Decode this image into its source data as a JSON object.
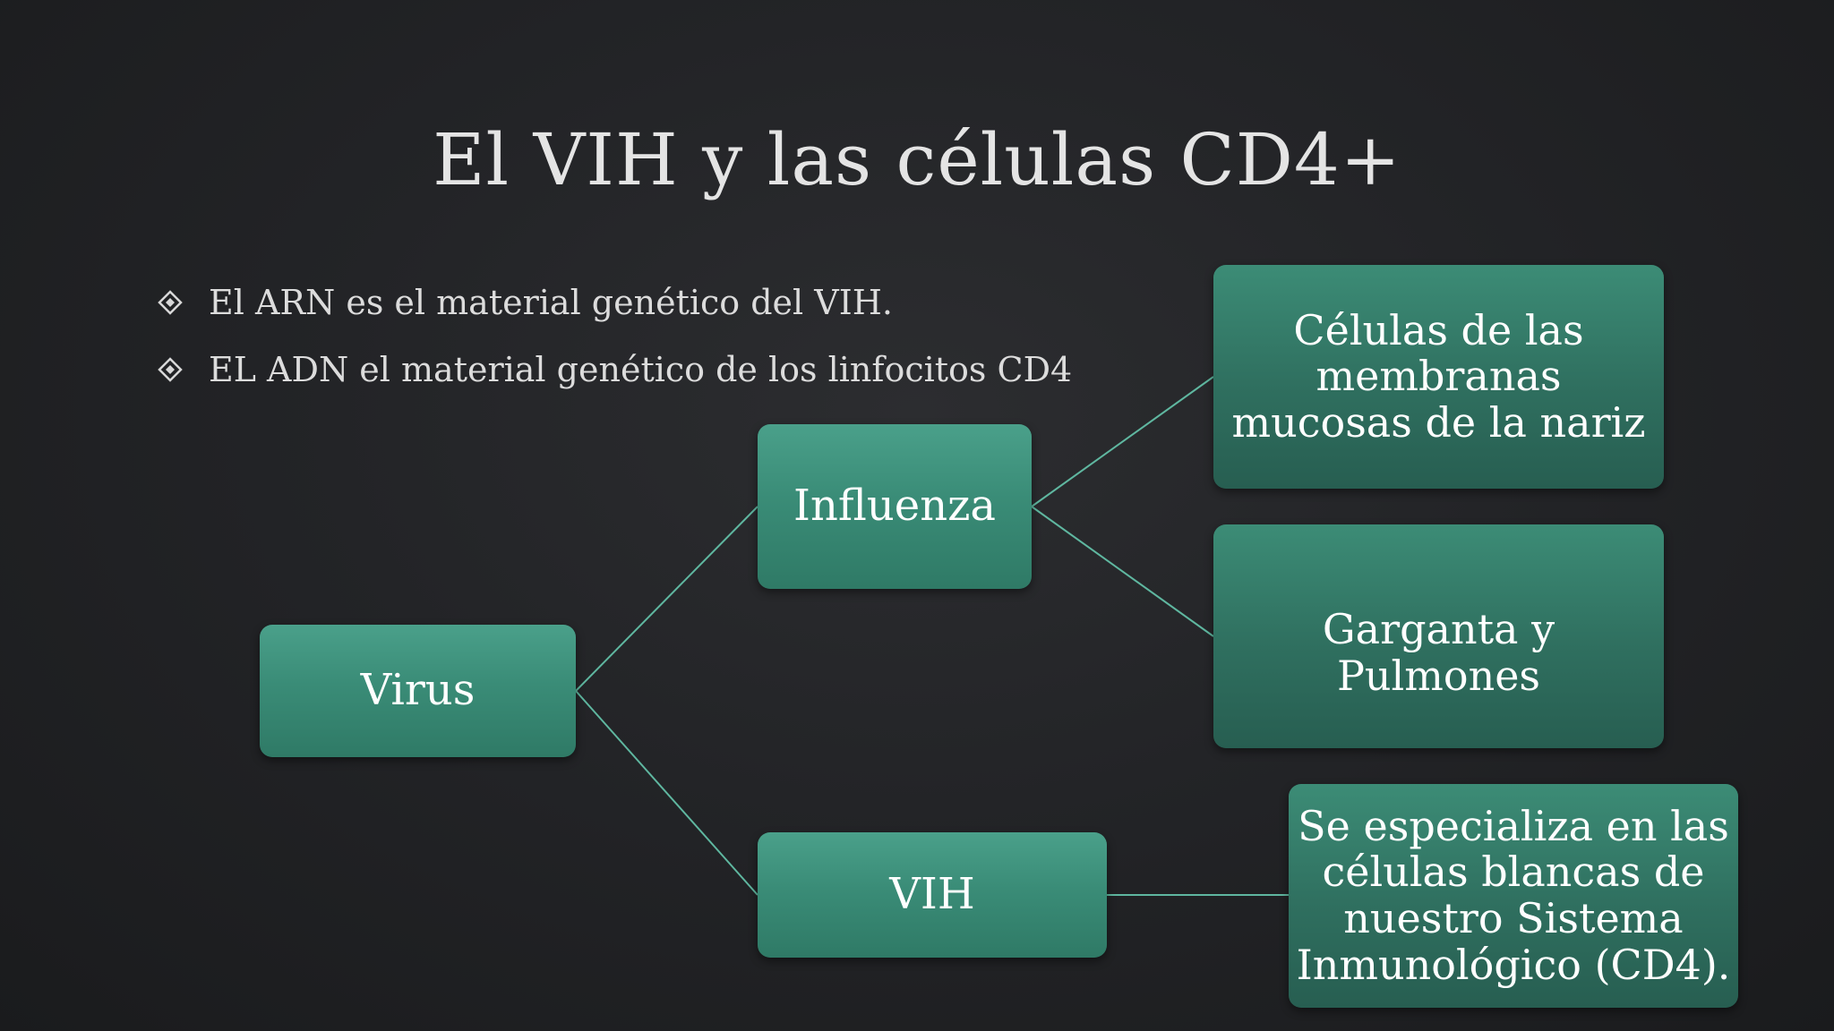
{
  "slide": {
    "title": "El VIH y las células CD4+",
    "bullets": [
      {
        "text": "El ARN es el material genético del VIH.",
        "icon": "diamond-bullet-icon"
      },
      {
        "text": "EL ADN el material genético de los linfocitos CD4",
        "icon": "diamond-bullet-icon"
      }
    ]
  },
  "diagram": {
    "nodes": {
      "virus": "Virus",
      "influenza": "Influenza",
      "vih": "VIH",
      "celulas": "Células de las membranas mucosas de la nariz",
      "garganta": "Garganta y Pulmones",
      "especializa": "Se especializa en las células blancas de nuestro Sistema Inmunológico (CD4)."
    },
    "edges": [
      [
        "virus",
        "influenza"
      ],
      [
        "virus",
        "vih"
      ],
      [
        "influenza",
        "celulas"
      ],
      [
        "influenza",
        "garganta"
      ],
      [
        "vih",
        "especializa"
      ]
    ],
    "colors": {
      "node_bright": "#3f9480",
      "node_dark": "#2f6f5f",
      "connector": "#5fb7a0"
    }
  }
}
